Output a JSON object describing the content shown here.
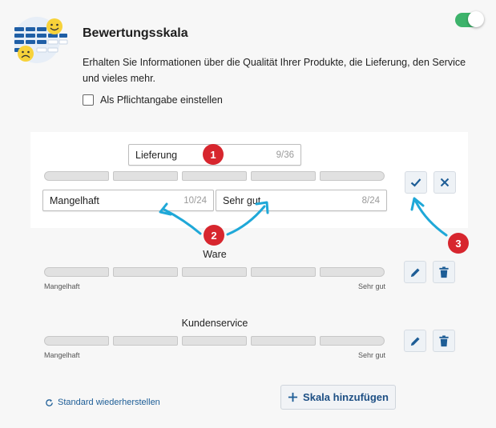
{
  "header": {
    "title": "Bewertungsskala",
    "description": "Erhalten Sie Informationen über die Qualität Ihrer Produkte, die Lieferung, den Service und vieles mehr.",
    "required_label": "Als Pflichtangabe einstellen",
    "toggle_on": true
  },
  "editing_scale": {
    "name_value": "Lieferung",
    "name_count": "9/36",
    "low_value": "Mangelhaft",
    "low_count": "10/24",
    "high_value": "Sehr gut",
    "high_count": "8/24",
    "segments": 5
  },
  "scales": [
    {
      "name": "Ware",
      "low": "Mangelhaft",
      "high": "Sehr gut"
    },
    {
      "name": "Kundenservice",
      "low": "Mangelhaft",
      "high": "Sehr gut"
    }
  ],
  "badges": [
    "1",
    "2",
    "3"
  ],
  "footer": {
    "restore_label": "Standard wiederherstellen",
    "add_label": "Skala hinzufügen"
  },
  "colors": {
    "accent": "#1d5d96",
    "toggle": "#3db36b",
    "badge": "#d7262e",
    "arrow": "#1fa8d8"
  },
  "icons": [
    "rating-scale-logo-icon",
    "check-icon",
    "close-icon",
    "pencil-icon",
    "trash-icon",
    "refresh-icon",
    "plus-icon"
  ]
}
